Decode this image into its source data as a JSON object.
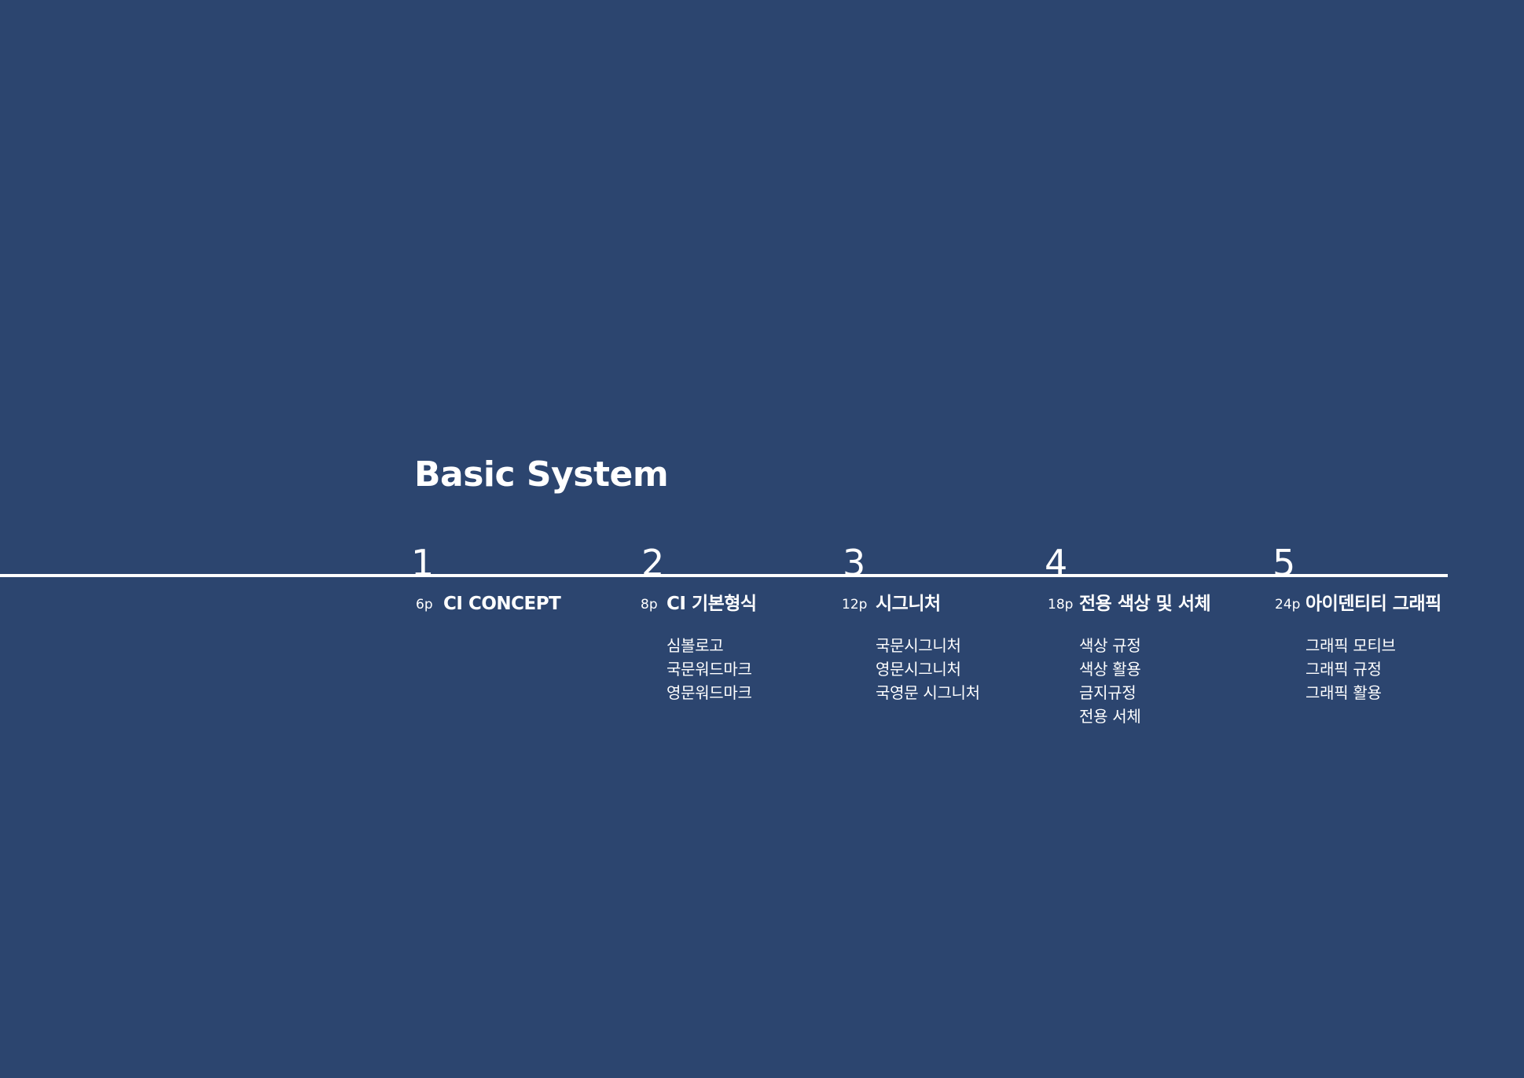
{
  "title": "Basic System",
  "sections": [
    {
      "number": "1",
      "page": "6p",
      "heading": "CI CONCEPT",
      "items": []
    },
    {
      "number": "2",
      "page": "8p",
      "heading": "CI 기본형식",
      "items": [
        "심볼로고",
        "국문워드마크",
        "영문워드마크"
      ]
    },
    {
      "number": "3",
      "page": "12p",
      "heading": "시그니처",
      "items": [
        "국문시그니처",
        "영문시그니처",
        "국영문 시그니처"
      ]
    },
    {
      "number": "4",
      "page": "18p",
      "heading": "전용 색상 및 서체",
      "items": [
        "색상 규정",
        "색상 활용",
        "금지규정",
        "전용 서체"
      ]
    },
    {
      "number": "5",
      "page": "24p",
      "heading": "아이덴티티 그래픽",
      "items": [
        "그래픽 모티브",
        "그래픽 규정",
        "그래픽 활용"
      ]
    }
  ],
  "colors": {
    "background": "#2c456f",
    "foreground": "#ffffff"
  }
}
